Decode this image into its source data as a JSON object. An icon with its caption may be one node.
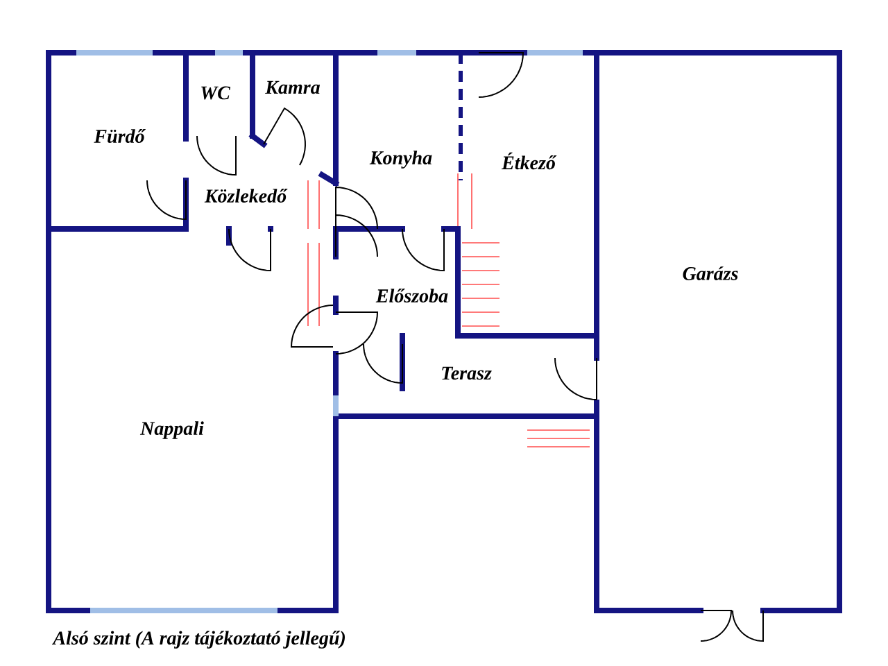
{
  "diagram": {
    "caption": "Alsó szint (A rajz tájékoztató jellegű)",
    "labels": [
      "WC",
      "Kamra",
      "Fürdő",
      "Konyha",
      "Étkező",
      "Közlekedő",
      "Garázs",
      "Előszoba",
      "Terasz",
      "Nappali"
    ]
  }
}
